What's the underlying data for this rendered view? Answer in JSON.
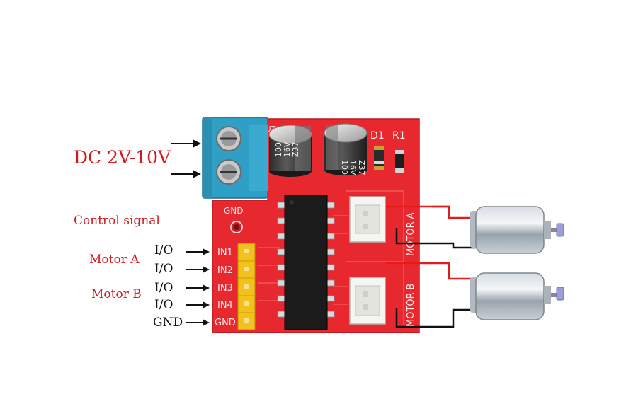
{
  "annotations": {
    "power_label": "DC 2V-10V",
    "control_label": "Control signal",
    "motor_a_label": "Motor A",
    "motor_b_label": "Motor B",
    "pin_labels": [
      "I/O",
      "I/O",
      "I/O",
      "I/O",
      "GND"
    ]
  },
  "board": {
    "color": "#e8282f",
    "silk_gnd": "GND",
    "silk_pins": [
      "IN1",
      "IN2",
      "IN3",
      "IN4",
      "GND"
    ],
    "silk_motor_a": "MOTOR-A",
    "silk_motor_b": "MOTOR-B",
    "silk_d1": "D1",
    "silk_r1": "R1",
    "silk_top": "OUT",
    "capacitor_text": [
      "100",
      "16V",
      "Z37"
    ]
  },
  "colors": {
    "label_red": "#d0191f",
    "wire_red": "#e31b1b",
    "wire_black": "#111111",
    "terminal_blue": "#2f9fc6",
    "header_yellow": "#f2c11c"
  }
}
